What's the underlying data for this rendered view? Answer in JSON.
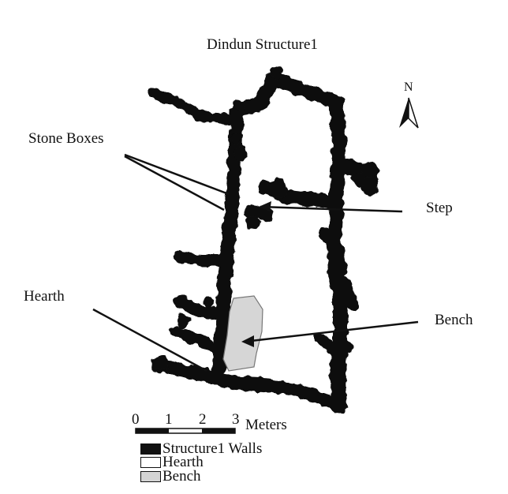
{
  "title": "Dindun Structure1",
  "north_label": "N",
  "labels": {
    "stone_boxes": "Stone Boxes",
    "step": "Step",
    "hearth": "Hearth",
    "bench": "Bench"
  },
  "scale_bar": {
    "ticks": [
      "0",
      "1",
      "2",
      "3"
    ],
    "unit": "Meters"
  },
  "legend": [
    {
      "label": "Structure1 Walls",
      "color": "#111111"
    },
    {
      "label": "Hearth",
      "color": "#ffffff"
    },
    {
      "label": "Bench",
      "color": "#d4d4d4"
    }
  ]
}
